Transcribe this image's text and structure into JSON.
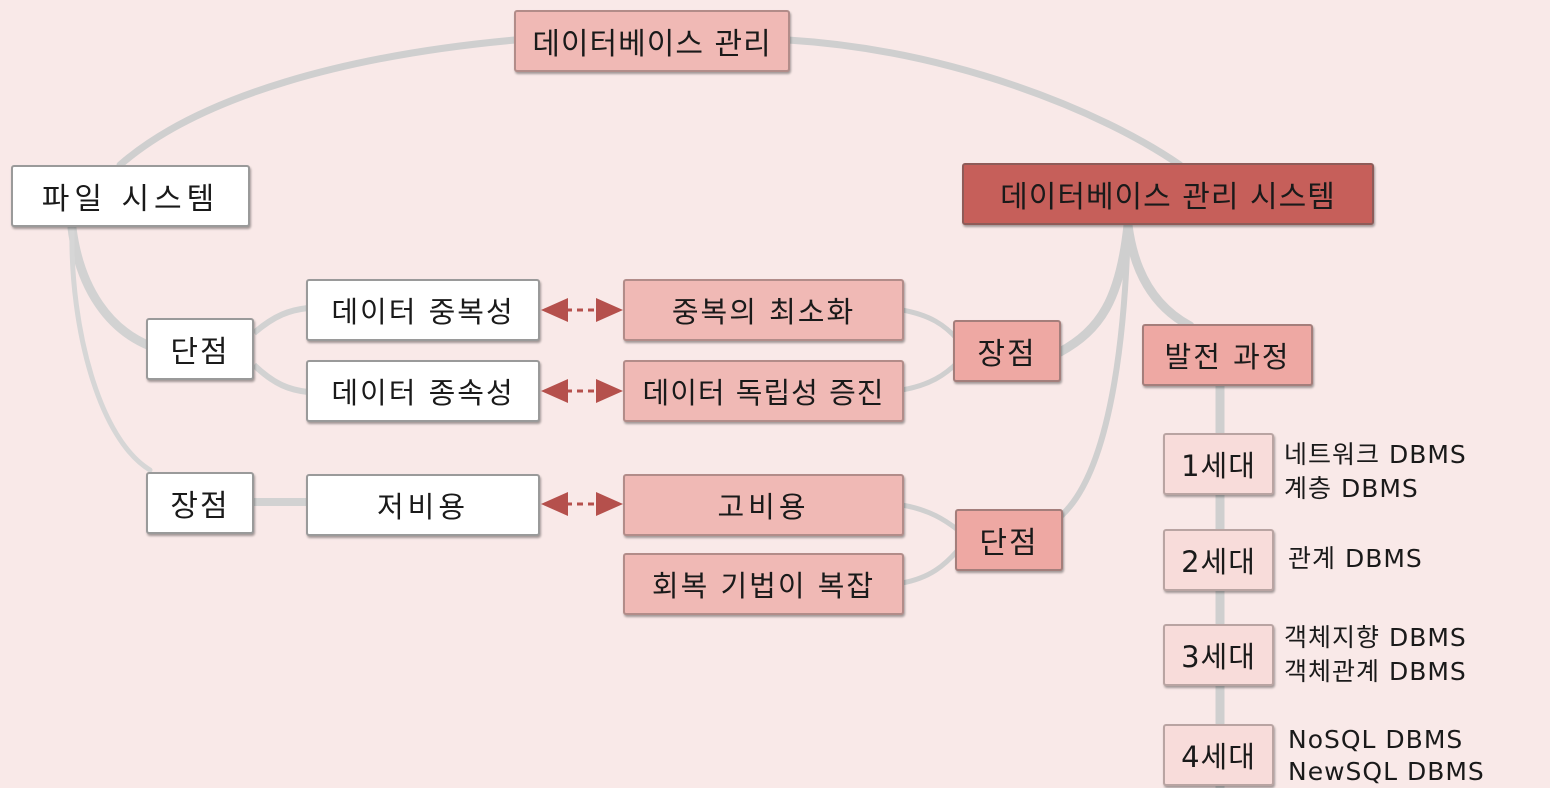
{
  "root": "데이터베이스 관리",
  "file_system": {
    "title": "파일 시스템",
    "disadvantage_label": "단점",
    "disadvantages": [
      "데이터 중복성",
      "데이터 종속성"
    ],
    "advantage_label": "장점",
    "advantages": [
      "저비용"
    ]
  },
  "dbms": {
    "title": "데이터베이스 관리 시스템",
    "advantage_label": "장점",
    "advantages": [
      "중복의 최소화",
      "데이터 독립성 증진"
    ],
    "disadvantage_label": "단점",
    "disadvantages": [
      "고비용",
      "회복 기법이 복잡"
    ],
    "evolution_label": "발전 과정",
    "generations": [
      {
        "label": "1세대",
        "lines": [
          "네트워크 DBMS",
          "계층 DBMS"
        ]
      },
      {
        "label": "2세대",
        "lines": [
          "관계 DBMS"
        ]
      },
      {
        "label": "3세대",
        "lines": [
          "객체지향 DBMS",
          "객체관계 DBMS"
        ]
      },
      {
        "label": "4세대",
        "lines": [
          "NoSQL DBMS",
          "NewSQL DBMS"
        ]
      }
    ]
  },
  "colors": {
    "background": "#f9e9e8",
    "connector": "#cfcfcf",
    "dashed_arrow": "#b5504c",
    "dbms_title_fill": "#c65f5a",
    "dbms_node_fill": "#f0b9b5"
  }
}
